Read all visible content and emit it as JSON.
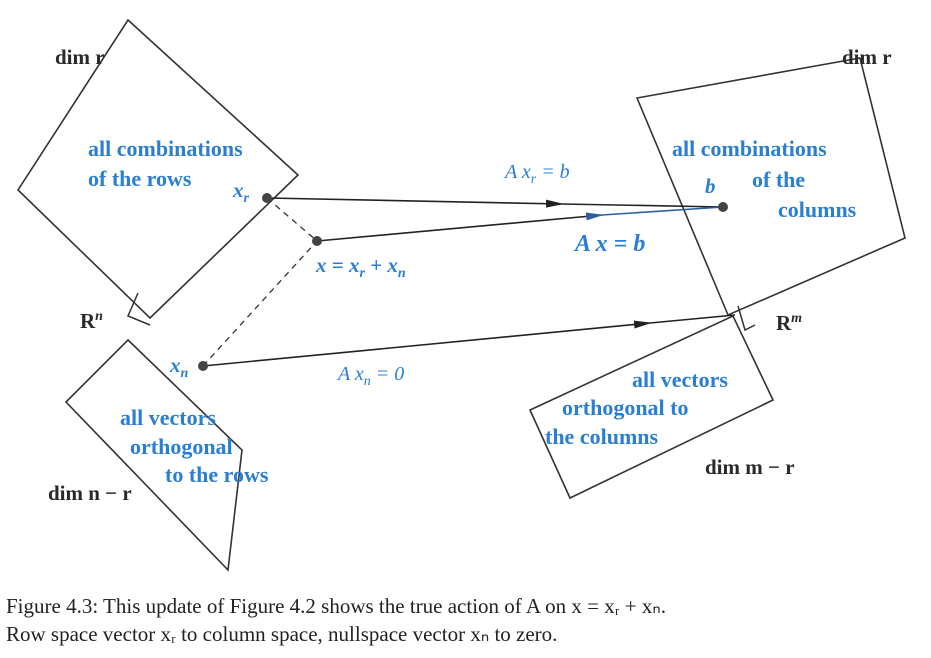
{
  "labels": {
    "row_dim": "dim r",
    "col_dim": "dim r",
    "row_space": [
      "all combinations",
      "of the rows"
    ],
    "col_space": [
      "all combinations",
      "of the",
      "columns"
    ],
    "null_space": [
      "all vectors",
      "orthogonal",
      "to the rows"
    ],
    "left_null": [
      "all vectors",
      "orthogonal to",
      "the columns"
    ],
    "null_dim": "dim n − r",
    "left_null_dim": "dim m − r",
    "Rn": "R",
    "Rn_sup": "n",
    "Rm": "R",
    "Rm_sup": "m",
    "xr": "x",
    "xr_sub": "r",
    "xn": "x",
    "xn_sub": "n",
    "x_sum": "x = x",
    "x_sum_r": "r",
    "x_sum_plus": " + x",
    "x_sum_n": "n",
    "b": "b",
    "Axr": "A x",
    "Axr_sub": "r",
    "Axr_rhs": " = b",
    "Ax": "A x = b",
    "Axn": "A x",
    "Axn_sub": "n",
    "Axn_rhs": " = 0"
  },
  "caption": {
    "line1": "Figure 4.3: This update of Figure 4.2 shows the true action of A on x = xᵣ + xₙ.",
    "line2": "Row space vector xᵣ to column space, nullspace vector xₙ to zero."
  },
  "colors": {
    "label_blue": "#2a7fd4",
    "line": "#222222"
  }
}
